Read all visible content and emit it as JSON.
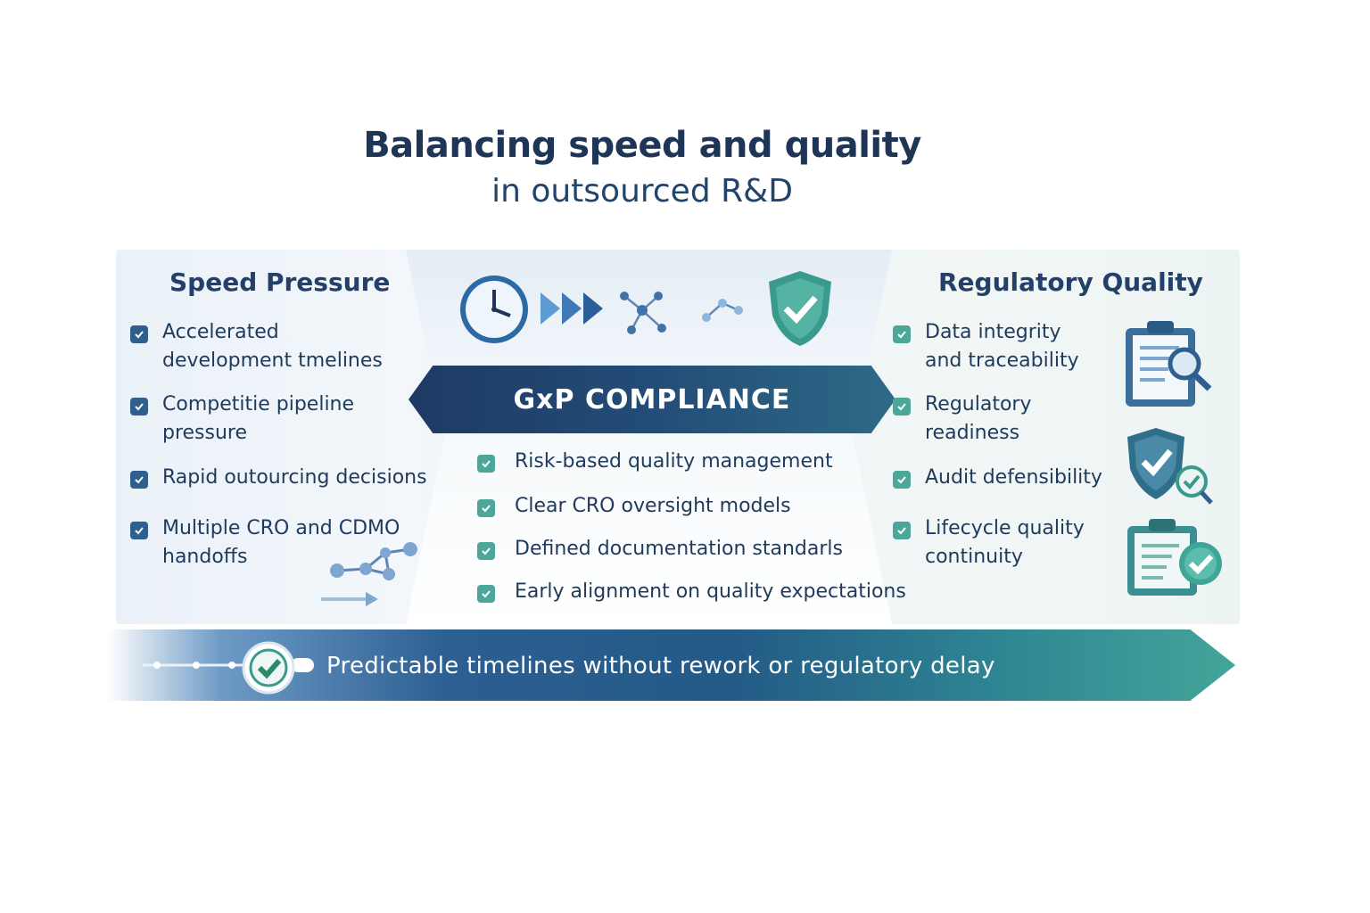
{
  "title": {
    "line1": "Balancing speed and quality",
    "line2": "in outsourced R&D"
  },
  "left": {
    "title": "Speed Pressure",
    "items": [
      [
        "Accelerated",
        "development tmelines"
      ],
      [
        "Competitie pipeline",
        "pressure"
      ],
      [
        "Rapid outourcing decisions"
      ],
      [
        "Multiple CRO and CDMO",
        "handoffs"
      ]
    ]
  },
  "center": {
    "banner": "GxP COMPLIANCE",
    "items": [
      "Risk-based quality management",
      "Clear CRO oversight models",
      "Defined documentation standarls",
      "Early alignment on quality expectations"
    ]
  },
  "right": {
    "title": "Regulatory Quality",
    "items": [
      [
        "Data integrity",
        "and traceability"
      ],
      [
        "Regulatory",
        "readiness"
      ],
      [
        "Audit defensibility"
      ],
      [
        "Lifecycle quality",
        "continuity"
      ]
    ]
  },
  "bottom": {
    "text": "Predictable timelines without rework or regulatory delay"
  },
  "colors": {
    "navy": "#1e3556",
    "blue": "#2f5f8e",
    "teal": "#4aa79a"
  },
  "icons": [
    "clock-icon",
    "fast-forward-icon",
    "molecule-icon",
    "shield-check-icon",
    "network-icon",
    "clipboard-search-icon",
    "clipboard-check-icon"
  ]
}
